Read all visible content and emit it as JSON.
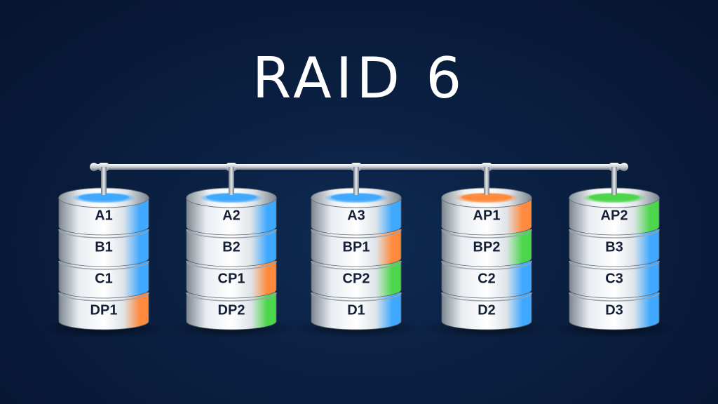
{
  "title": "RAID 6",
  "colors": {
    "data": "#3fa9ff",
    "parity_p": "#ff8a3d",
    "parity_q": "#4cd64c"
  },
  "disks": [
    {
      "top_color": "data",
      "blocks": [
        {
          "label": "A1",
          "type": "data"
        },
        {
          "label": "B1",
          "type": "data"
        },
        {
          "label": "C1",
          "type": "data"
        },
        {
          "label": "DP1",
          "type": "parity_p"
        }
      ]
    },
    {
      "top_color": "data",
      "blocks": [
        {
          "label": "A2",
          "type": "data"
        },
        {
          "label": "B2",
          "type": "data"
        },
        {
          "label": "CP1",
          "type": "parity_p"
        },
        {
          "label": "DP2",
          "type": "parity_q"
        }
      ]
    },
    {
      "top_color": "data",
      "blocks": [
        {
          "label": "A3",
          "type": "data"
        },
        {
          "label": "BP1",
          "type": "parity_p"
        },
        {
          "label": "CP2",
          "type": "parity_q"
        },
        {
          "label": "D1",
          "type": "data"
        }
      ]
    },
    {
      "top_color": "parity_p",
      "blocks": [
        {
          "label": "AP1",
          "type": "parity_p"
        },
        {
          "label": "BP2",
          "type": "parity_q"
        },
        {
          "label": "C2",
          "type": "data"
        },
        {
          "label": "D2",
          "type": "data"
        }
      ]
    },
    {
      "top_color": "parity_q",
      "blocks": [
        {
          "label": "AP2",
          "type": "parity_q"
        },
        {
          "label": "B3",
          "type": "data"
        },
        {
          "label": "C3",
          "type": "data"
        },
        {
          "label": "D3",
          "type": "data"
        }
      ]
    }
  ]
}
